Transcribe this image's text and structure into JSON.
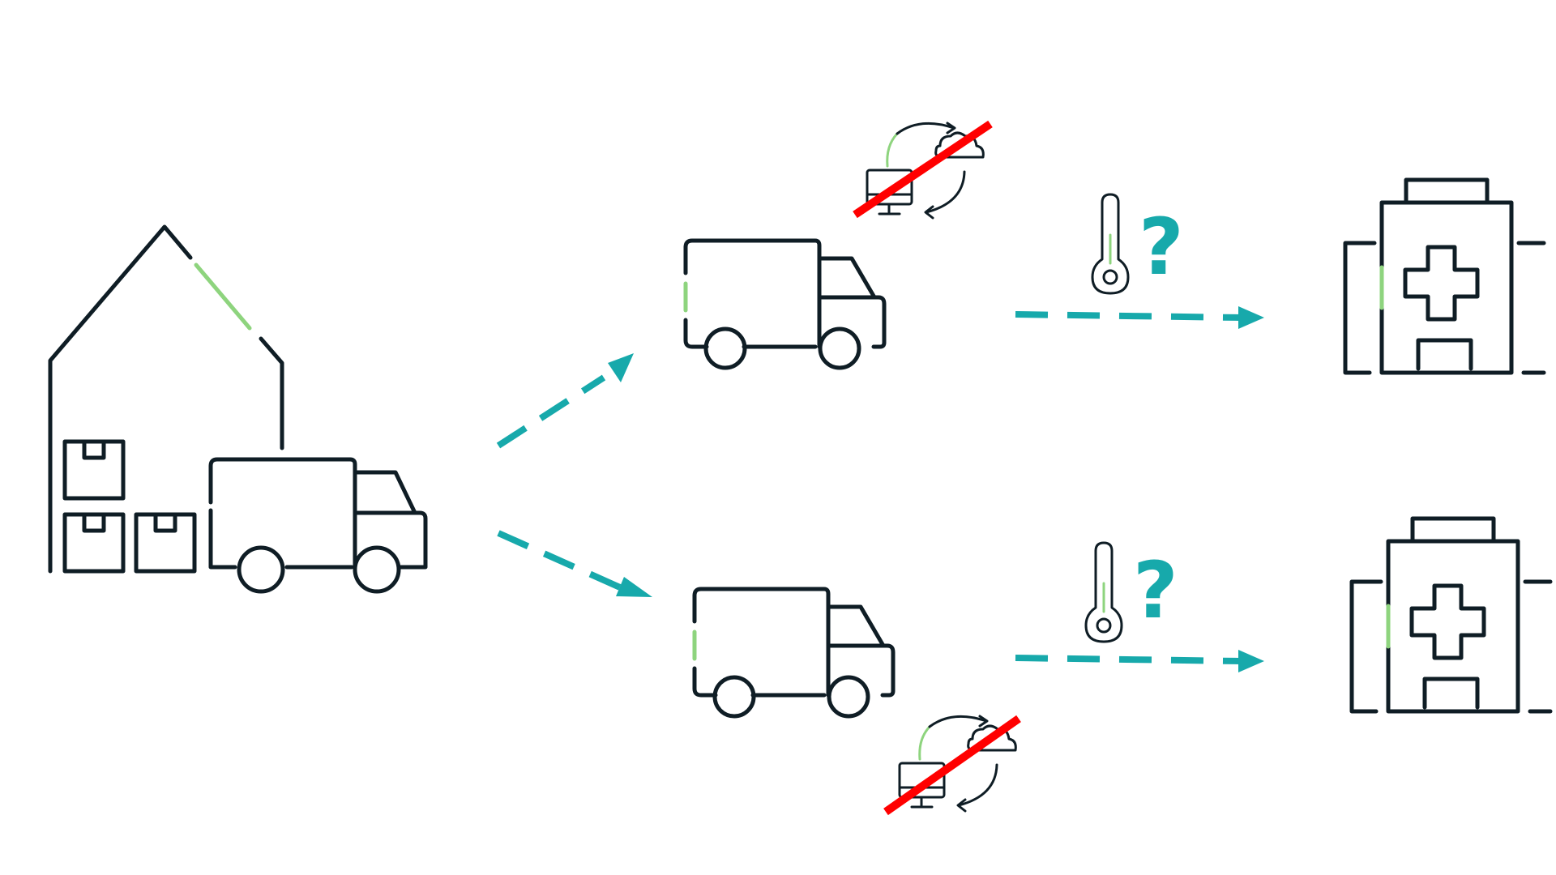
{
  "colors": {
    "ink": "#0f1d25",
    "accent_green": "#8ed47e",
    "flow_teal": "#17a9ab",
    "strike_red": "#ff0000",
    "background": "#ffffff"
  },
  "nodes": [
    {
      "id": "warehouse",
      "icon": "warehouse-with-boxes-and-truck-icon"
    },
    {
      "id": "truck-top",
      "icon": "delivery-truck-icon"
    },
    {
      "id": "truck-bottom",
      "icon": "delivery-truck-icon"
    },
    {
      "id": "hospital-top",
      "icon": "hospital-building-icon"
    },
    {
      "id": "hospital-bottom",
      "icon": "hospital-building-icon"
    }
  ],
  "decorations": [
    {
      "attached_to": "truck-top",
      "icon": "cloud-sync-disabled-icon"
    },
    {
      "attached_to": "truck-bottom",
      "icon": "cloud-sync-disabled-icon"
    },
    {
      "attached_to": "route-top",
      "icon": "thermometer-icon"
    },
    {
      "attached_to": "route-bottom",
      "icon": "thermometer-icon"
    }
  ],
  "edges": [
    {
      "from": "warehouse",
      "to": "truck-top",
      "style": "dashed-arrow"
    },
    {
      "from": "warehouse",
      "to": "truck-bottom",
      "style": "dashed-arrow"
    },
    {
      "from": "truck-top",
      "to": "hospital-top",
      "style": "dashed-arrow"
    },
    {
      "from": "truck-bottom",
      "to": "hospital-bottom",
      "style": "dashed-arrow"
    }
  ],
  "labels": {
    "top_question": "?",
    "bottom_question": "?"
  }
}
